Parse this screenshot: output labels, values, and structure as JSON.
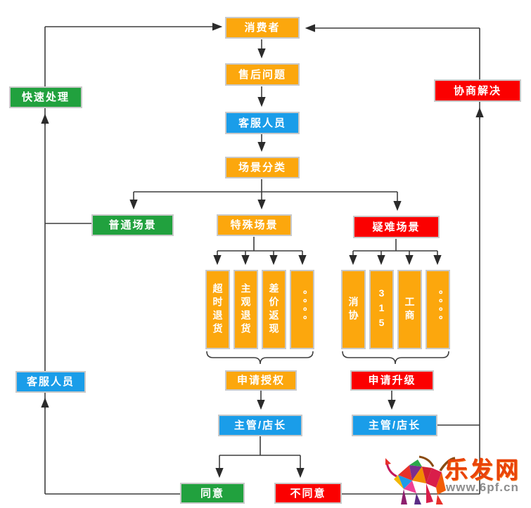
{
  "nodes": {
    "consumer": "消费者",
    "aftersales_issue": "售后问题",
    "cs_staff_top": "客服人员",
    "scene_classify": "场景分类",
    "quick_handle": "快速处理",
    "negotiated_solution": "协商解决",
    "normal_scene": "普通场景",
    "special_scene": "特殊场景",
    "difficult_scene": "疑难场景",
    "apply_authorization": "申请授权",
    "apply_escalation": "申请升级",
    "manager_left": "主管/店长",
    "manager_right": "主管/店长",
    "cs_staff_left": "客服人员",
    "agree": "同意",
    "disagree": "不同意"
  },
  "special_scene_items": [
    "超时退货",
    "主观退货",
    "差价返现",
    "。。。。"
  ],
  "difficult_scene_items": [
    "消协",
    "315",
    "工商",
    "。。。。"
  ],
  "watermark": {
    "site_name": "乐发网",
    "site_url": "www.6pf.cn"
  },
  "colors": {
    "orange": "#FCA70D",
    "blue": "#1A9DE9",
    "green": "#21A13E",
    "red": "#FB0000",
    "box_border": "#C9C9C9",
    "connector": "#3D3D3D"
  }
}
